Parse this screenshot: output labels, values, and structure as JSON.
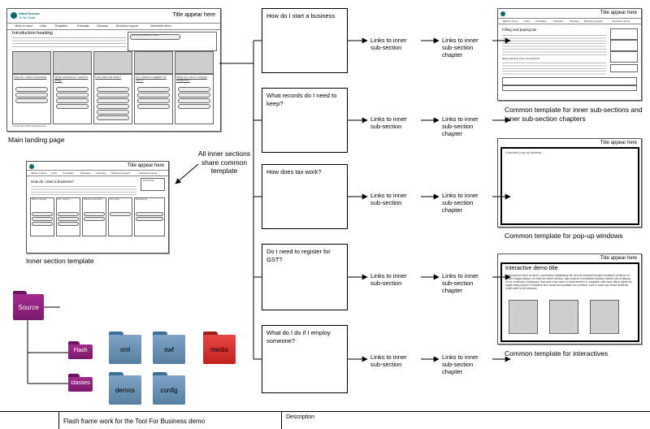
{
  "mockups": {
    "window_title": "Title appear here",
    "nav": [
      "Back to home",
      "Links",
      "Templates",
      "Podcasts",
      "Glossary",
      "Business support",
      "Interactive demo"
    ],
    "org_name": "Inland Revenue",
    "org_sub": "Te Tari Taake",
    "main": {
      "intro_heading": "Introduction heading",
      "pill_label": "Work out software to claim?",
      "column_titles": [
        "How do I start a business",
        "What records do I need to keep?",
        "How does tax work?",
        "Do I need to register for GST?",
        "What do I do if I employ someone?"
      ],
      "copyright": "© Copyright 2010 Inland Revenue"
    },
    "inner": {
      "heading": "How do I start a business?",
      "download_label": "Download",
      "sections": [
        "Before starting",
        "Do I need a ...",
        "Business structure",
        "Tax types",
        "Registering"
      ]
    },
    "subsection": {
      "heading": "Filling and paying tax",
      "sub_heading": "Have a look at your record book"
    },
    "popup": {
      "label": "Common pop-up window"
    },
    "interactive": {
      "title": "Interactive demo title",
      "body": "Lorem ipsum dolor sit amet, consectetur adipisicing elit, sed do eiusmod tempor incididunt ut labore et dolore magna aliqua. Ut enim ad minim veniam, quis nostrud exercitation ullamco laboris nisi ut aliquip ex ea commodo consequat. Duis aute irure dolor in reprehenderit in voluptate velit esse cillum dolore eu fugiat nulla pariatur. Excepteur sint occaecat cupidatat non proident, sunt in culpa qui officia deserunt mollit anim id est laborum."
    }
  },
  "flow": {
    "questions": [
      "How do I start a business",
      "What records do I need to keep?",
      "How does tax work?",
      "Do I need  to register for GST?",
      "What do I do if I employ someone?"
    ],
    "link_subsection": "Links to inner sub-section",
    "link_chapter": "Links to inner sub-section chapter"
  },
  "captions": {
    "main_landing": "Main landing page",
    "shared_template": "All inner sections share common template",
    "inner_template": "Inner section template",
    "subsection_template": "Common template for inner sub-sections and inner sub-section chapters",
    "popup_template": "Common template for pop-up windows",
    "interactive_template": "Common template for interactives"
  },
  "folders": {
    "source": "Source",
    "flash": "Flash",
    "classes": "classes",
    "xml": "xml",
    "swf": "swf",
    "media": "media",
    "demos": "demos",
    "config": "config"
  },
  "footer": {
    "project": "Flash frame work for the Tool For Business demo",
    "description": "Description"
  }
}
